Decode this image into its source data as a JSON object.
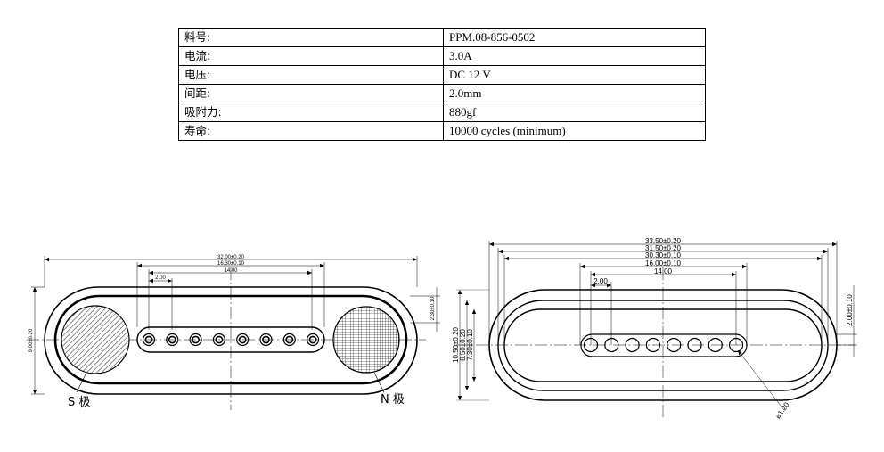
{
  "specs": [
    {
      "label": "料号:",
      "value": "PPM.08-856-0502"
    },
    {
      "label": "电流:",
      "value": "3.0A"
    },
    {
      "label": "电压:",
      "value": "DC 12 V"
    },
    {
      "label": "间距:",
      "value": "2.0mm"
    },
    {
      "label": "吸附力:",
      "value": "880gf"
    },
    {
      "label": "寿命:",
      "value": "10000 cycles (minimum)"
    }
  ],
  "left_drawing": {
    "dim_total_width": "32.00±0.20",
    "dim_pin_span_outer": "16.30±0.10",
    "dim_pin_span": "14.00",
    "dim_pitch": "2.00",
    "dim_height": "9.00±0.20",
    "dim_right": "2.30±0.10",
    "south_pole": "S 极",
    "north_pole": "N 极",
    "pin_count": 8
  },
  "right_drawing": {
    "dim_outer_width": "33.50±0.20",
    "dim_width_2": "31.50±0.20",
    "dim_width_3": "30.30±0.10",
    "dim_width_4": "16.00±0.10",
    "dim_pin_span": "14.00",
    "dim_pitch": "2.00",
    "dim_height_1": "10.50±0.20",
    "dim_height_2": "8.50±0.20",
    "dim_height_3": "7.30±0.10",
    "dim_right": "2.00±0.10",
    "dim_pin_diameter": "ø1.20",
    "pin_count": 8
  }
}
